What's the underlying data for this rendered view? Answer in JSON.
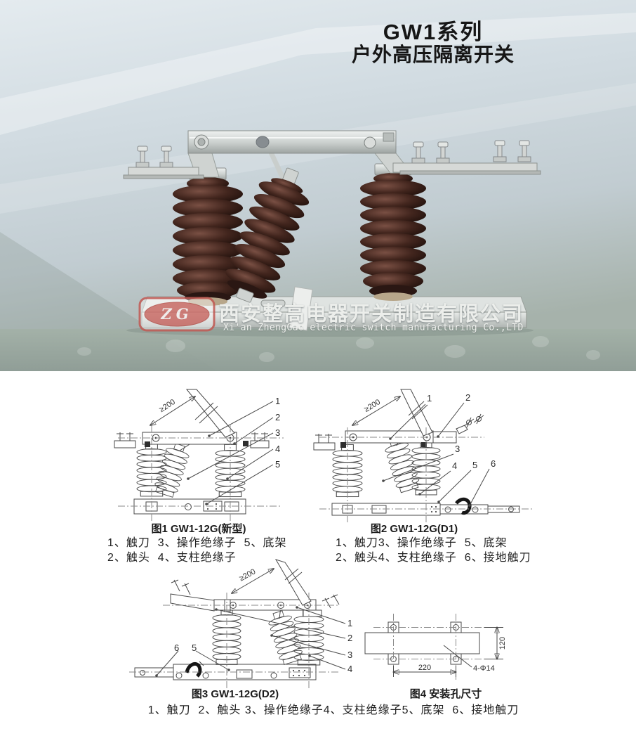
{
  "header": {
    "title_line1": "GW1系列",
    "title_line2": "户外高压隔离开关"
  },
  "photo": {
    "logo_text": "ZG",
    "company_cn": "西安整高电器开关制造有限公司",
    "company_en": "Xi'an ZhengGao electric switch manufacturing Co.,LTD"
  },
  "figures": {
    "fig1": {
      "caption": "图1 GW1-12G(新型)",
      "legend1": "1、触刀  3、操作绝缘子  5、底架",
      "legend2": "2、触头  4、支柱绝缘子",
      "dim": "≥200",
      "callouts": [
        "1",
        "2",
        "3",
        "4",
        "5"
      ]
    },
    "fig2": {
      "caption": "图2 GW1-12G(D1)",
      "legend1": "1、触刀3、操作绝缘子  5、底架",
      "legend2": "2、触头4、支柱绝缘子  6、接地触刀",
      "dim": "≥200",
      "callouts": [
        "1",
        "2",
        "3",
        "4",
        "5",
        "6"
      ]
    },
    "fig3": {
      "caption": "图3 GW1-12G(D2)",
      "dim": "≥200",
      "callouts": [
        "6",
        "5",
        "1",
        "2",
        "3",
        "4"
      ]
    },
    "fig4": {
      "caption": "图4 安装孔尺寸",
      "dim_width": "220",
      "dim_height": "120",
      "hole_label": "4-Φ14"
    },
    "bottom_legend": "1、触刀  2、触头 3、操作绝缘子4、支柱绝缘子5、底架  6、接地触刀"
  }
}
